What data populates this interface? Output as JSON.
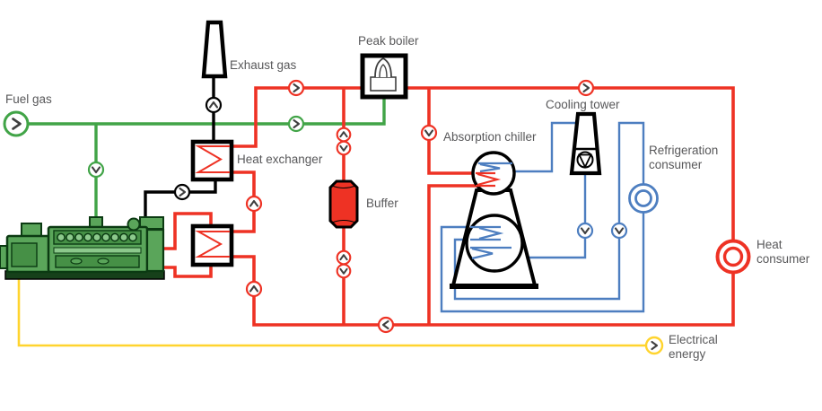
{
  "diagram": {
    "title_labels": {
      "fuel_gas": "Fuel gas",
      "exhaust_gas": "Exhaust gas",
      "peak_boiler": "Peak boiler",
      "heat_exchanger": "Heat exchanger",
      "buffer": "Buffer",
      "absorption_chiller": "Absorption chiller",
      "cooling_tower": "Cooling tower",
      "refrigeration_consumer": "Refrigeration consumer",
      "heat_consumer": "Heat consumer",
      "electrical_energy": "Electrical energy"
    },
    "colors": {
      "fuel_gas_green": "#41a447",
      "heat_red": "#ee3224",
      "cooling_blue": "#4d7ec0",
      "electricity_yellow": "#ffd42e",
      "exhaust_black": "#000000",
      "label_gray": "#58585a",
      "engine_green": "#5aa55a"
    },
    "icons": {
      "flow_arrow_right": "circled chevron ›",
      "flow_arrow_left": "circled chevron ‹",
      "flow_arrow_up": "circled chevron ˄",
      "flow_arrow_down": "circled chevron ˅",
      "peak_boiler": "burner with flame",
      "cooling_tower": "tower with pump",
      "heat_exchanger": "box with sigma coil",
      "buffer": "storage tank",
      "chimney": "exhaust stack",
      "gas_engine": "genset illustration",
      "consumer": "double circle"
    }
  }
}
